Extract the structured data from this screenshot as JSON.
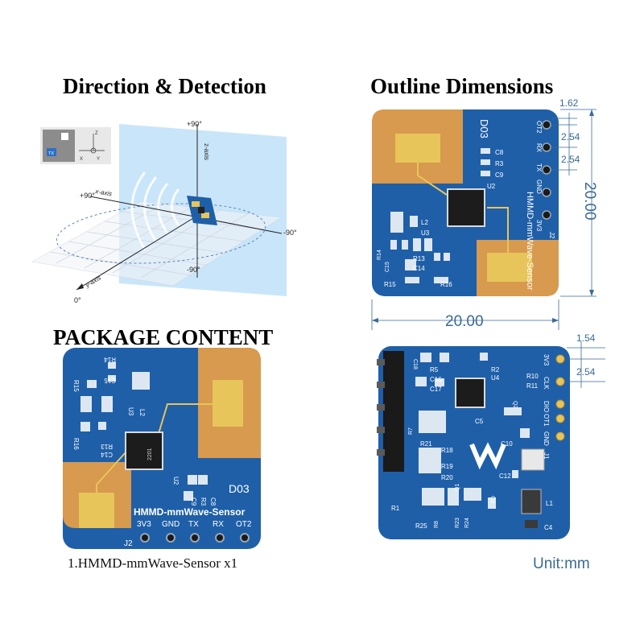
{
  "sections": {
    "direction_title": "Direction & Detection",
    "outline_title": "Outline Dimensions",
    "package_title": "PACKAGE CONTENT"
  },
  "axes": {
    "z_top": "+90°",
    "z_axis": "z-axis",
    "x_axis": "x-axis",
    "x_left": "+90°",
    "x_right": "-90°",
    "z_bottom": "-90°",
    "y_axis": "y-axis",
    "y_zero": "0°"
  },
  "inset": {
    "tx": "TX",
    "z": "Z",
    "x": "X",
    "y": "Y"
  },
  "dimensions": {
    "pitch_top": "1.62",
    "pitch_1": "2.54",
    "pitch_2": "2.54",
    "height": "20.00",
    "width": "20.00",
    "back_pitch_top": "1.54",
    "back_pitch": "2.54"
  },
  "board": {
    "name": "HMMD-mmWave-Sensor",
    "rev": "D03",
    "pins": [
      "3V3",
      "GND",
      "TX",
      "RX",
      "OT2"
    ],
    "connector": "J2",
    "back_pins": [
      "3V3",
      "CLK",
      "DIO",
      "OT1",
      "GND"
    ],
    "back_connector": "J1"
  },
  "refs": {
    "c8": "C8",
    "r3": "R3",
    "c9": "C9",
    "u2": "U2",
    "l2": "L2",
    "u3": "U3",
    "r13": "R13",
    "c14": "C14",
    "r14": "R14",
    "c15": "C15",
    "r15": "R15",
    "r16": "R16",
    "chip": "2201",
    "b_c18": "C18",
    "b_r5": "R5",
    "b_c16": "C16",
    "b_c17": "C17",
    "b_u4": "U4",
    "b_r2": "R2",
    "b_r10": "R10",
    "b_r11": "R11",
    "b_c5": "C5",
    "b_q2": "Q2",
    "b_r7": "R7",
    "b_r21": "R21",
    "b_r18": "R18",
    "b_r19": "R19",
    "b_r20": "R20",
    "b_c10": "C10",
    "b_c12": "C12",
    "b_l1": "L1",
    "b_c3": "C3",
    "b_r1": "R1",
    "b_r8": "R8",
    "b_r23": "R23",
    "b_r24": "R24",
    "b_r25": "R25",
    "b_c4": "C4",
    "b_q1": "Q1"
  },
  "caption": "1.HMMD-mmWave-Sensor x1",
  "unit": "Unit:mm",
  "colors": {
    "pcb": "#1f5fa8",
    "pcb_dark": "#17488a",
    "copper": "#d79a4e",
    "gold": "#e7c55a",
    "dim_line": "#3a6a96",
    "plane": "#bfe0f8"
  }
}
